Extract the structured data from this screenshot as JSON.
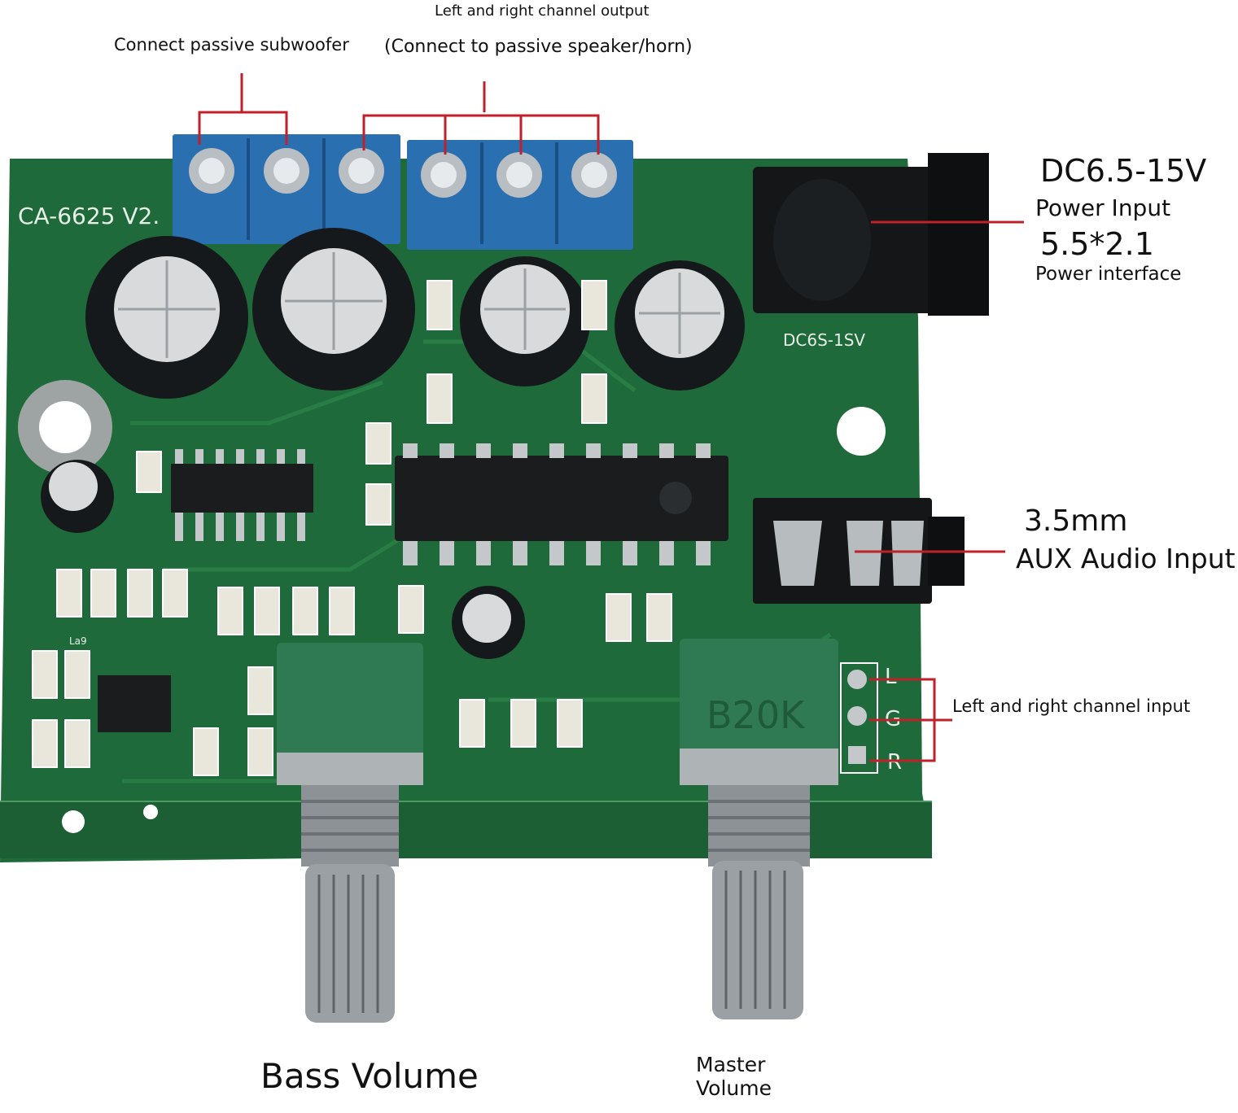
{
  "labels": {
    "lr_output_title": "Left and right channel output",
    "lr_output_sub": "(Connect to passive speaker/horn)",
    "subwoofer": "Connect passive subwoofer",
    "dc_voltage": "DC6.5-15V",
    "power_input": "Power Input",
    "power_size": "5.5*2.1",
    "power_interface": "Power interface",
    "aux_size": "3.5mm",
    "aux_input": "AUX Audio Input",
    "lr_input": "Left and right channel input",
    "bass_volume": "Bass Volume",
    "master_volume_line1": "Master",
    "master_volume_line2": "Volume"
  },
  "board": {
    "model": "CA-6625 V2.",
    "dc_jack_marking": "DC6S-1SV",
    "pot_marking": "B20K",
    "pin_l": "L",
    "pin_g": "G",
    "pin_r": "R",
    "chip_marking": "La9"
  },
  "colors": {
    "pcb": "#1f6a3a",
    "terminal": "#2a6fb0",
    "callout": "#c0202a",
    "potentiometer": "#2f7a52"
  }
}
